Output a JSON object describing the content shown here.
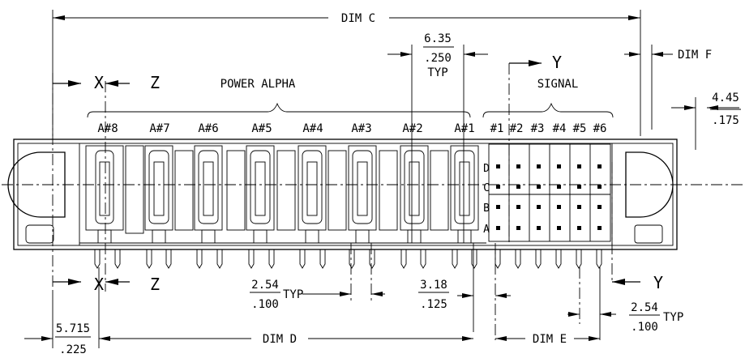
{
  "labels": {
    "dim_c": "DIM C",
    "dim_d": "DIM D",
    "dim_e": "DIM E",
    "dim_f": "DIM F",
    "power_alpha": "POWER ALPHA",
    "signal": "SIGNAL",
    "x_top": "X",
    "z_top": "Z",
    "x_bottom": "X",
    "z_bottom": "Z",
    "y_top": "Y",
    "y_bottom": "Y"
  },
  "dimensions": {
    "pitch_top_mm": "6.35",
    "pitch_top_in": ".250",
    "pitch_top_note": "TYP",
    "offset_right_mm": "4.45",
    "offset_right_in": ".175",
    "pitch_power_mm": "2.54",
    "pitch_power_in": ".100",
    "pitch_power_note": "TYP",
    "spacing_mm": "3.18",
    "spacing_in": ".125",
    "pitch_signal_mm": "2.54",
    "pitch_signal_in": ".100",
    "pitch_signal_note": "TYP",
    "edge_offset_mm": "5.715",
    "edge_offset_in": ".225"
  },
  "power_contacts": [
    "A#8",
    "A#7",
    "A#6",
    "A#5",
    "A#4",
    "A#3",
    "A#2",
    "A#1"
  ],
  "signal_contacts": [
    "#1",
    "#2",
    "#3",
    "#4",
    "#5",
    "#6"
  ],
  "signal_rows": [
    "D",
    "C",
    "B",
    "A"
  ]
}
